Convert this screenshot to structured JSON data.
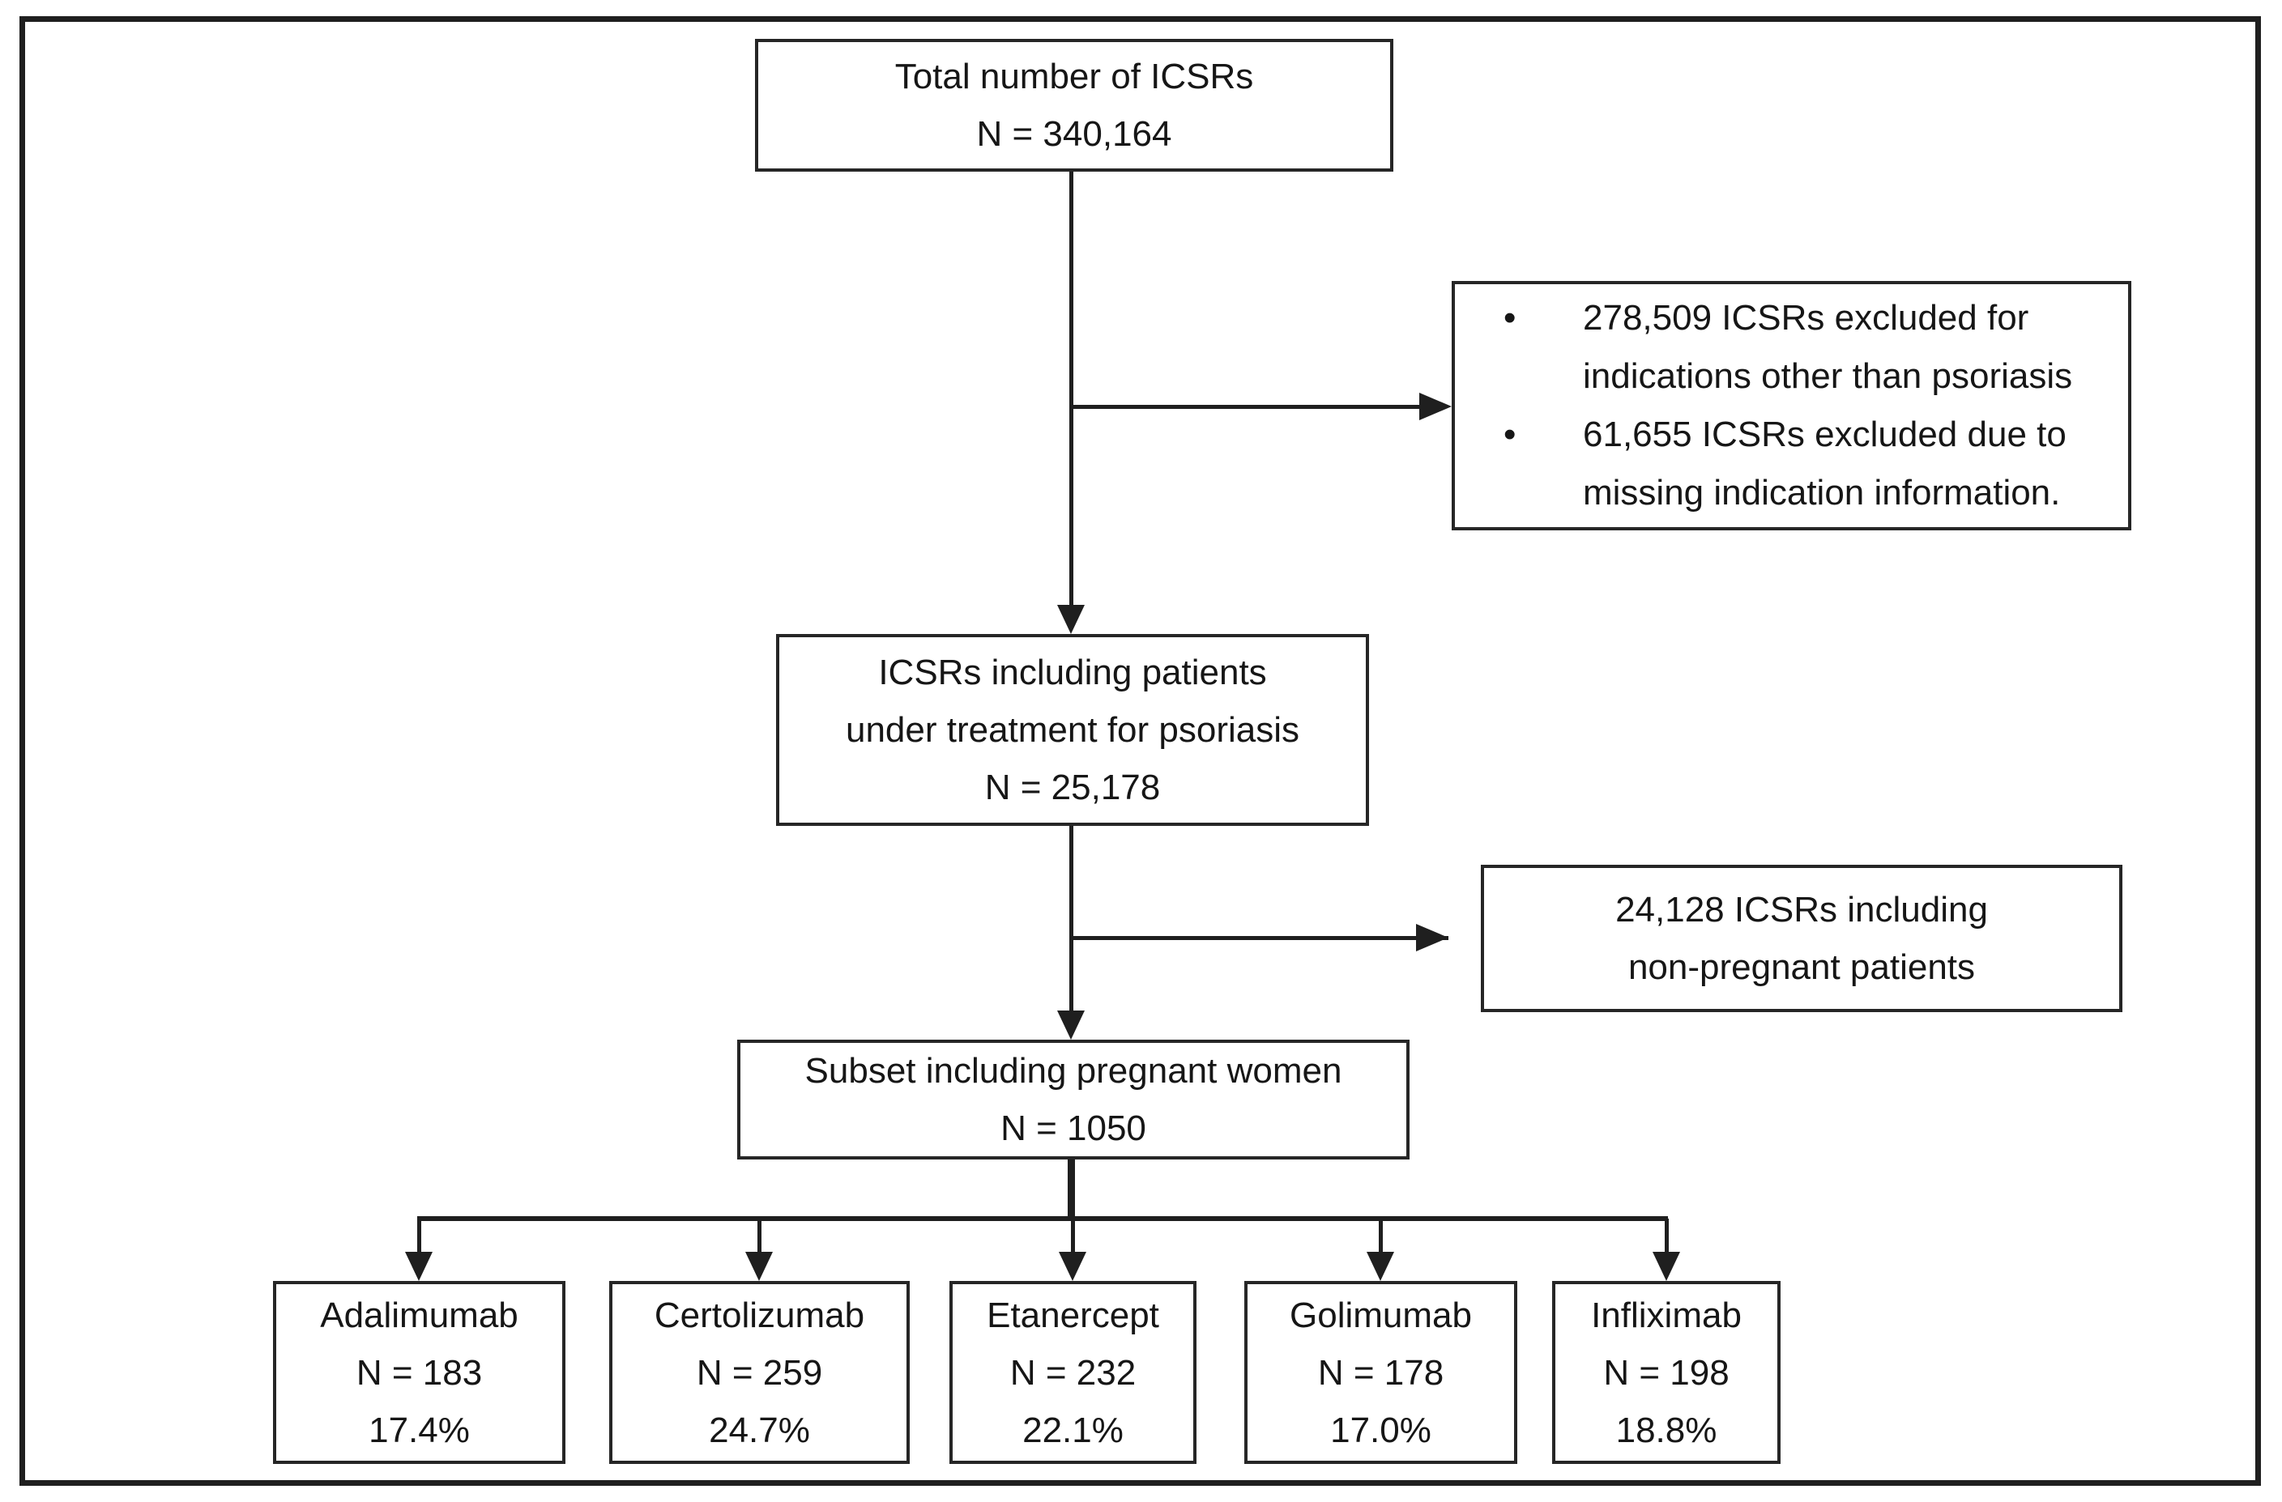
{
  "figure": {
    "colors": {
      "line": "#1f1f1f",
      "border": "#262626",
      "text": "#161616",
      "background": "#ffffff"
    }
  },
  "nodes": {
    "total": {
      "lines": [
        "Total number of ICSRs",
        "N = 340,164"
      ]
    },
    "excluded_indications": {
      "bullet_char": "•",
      "items": [
        {
          "lines": [
            "278,509 ICSRs excluded for",
            "indications other than psoriasis"
          ]
        },
        {
          "lines": [
            "61,655 ICSRs excluded due to",
            "missing indication information."
          ]
        }
      ]
    },
    "psoriasis": {
      "lines": [
        "ICSRs including patients",
        "under treatment for psoriasis",
        "N = 25,178"
      ]
    },
    "non_pregnant": {
      "lines": [
        "24,128 ICSRs including",
        "non-pregnant patients"
      ]
    },
    "pregnant_subset": {
      "lines": [
        "Subset including pregnant women",
        "N = 1050"
      ]
    },
    "drugs": [
      {
        "name": "Adalimumab",
        "n": "N = 183",
        "pct": "17.4%"
      },
      {
        "name": "Certolizumab",
        "n": "N = 259",
        "pct": "24.7%"
      },
      {
        "name": "Etanercept",
        "n": "N = 232",
        "pct": "22.1%"
      },
      {
        "name": "Golimumab",
        "n": "N = 178",
        "pct": "17.0%"
      },
      {
        "name": "Infliximab",
        "n": "N = 198",
        "pct": "18.8%"
      }
    ]
  }
}
